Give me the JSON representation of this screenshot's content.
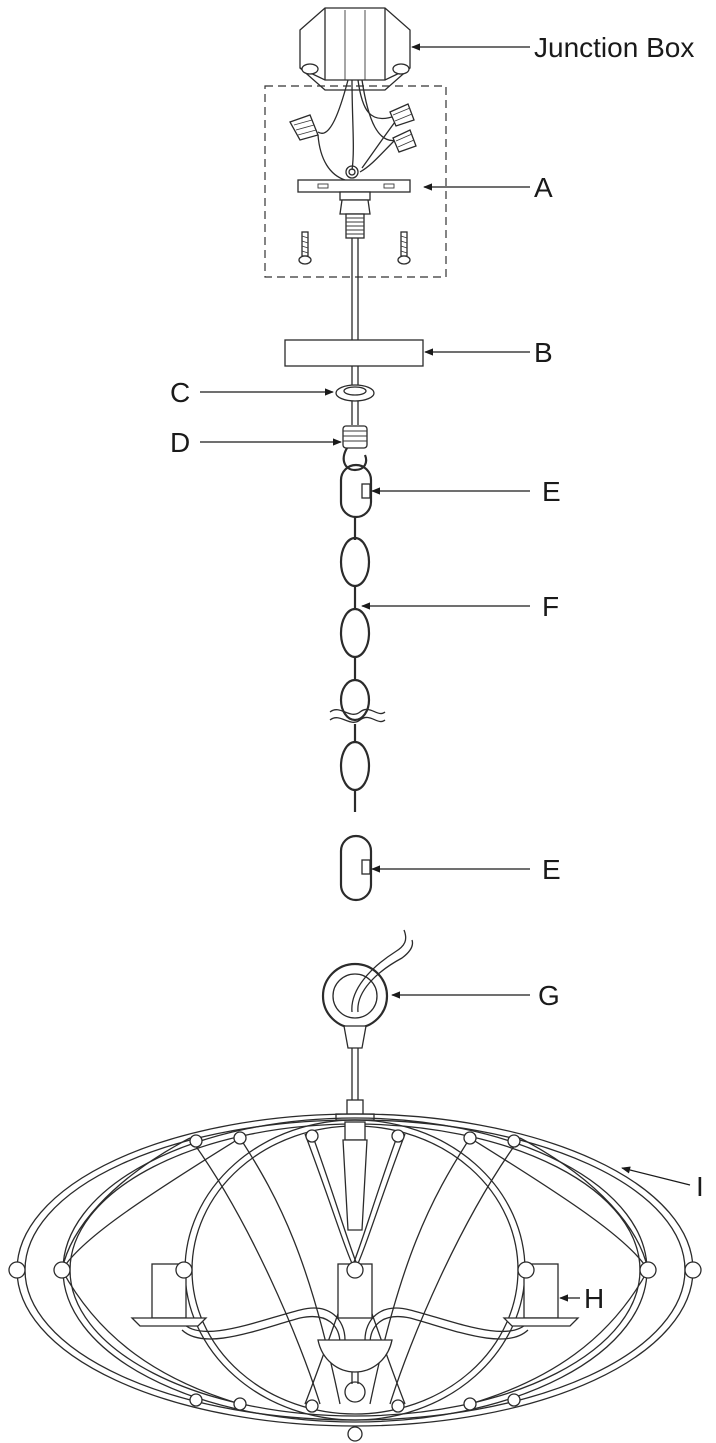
{
  "diagram": {
    "labels": {
      "junction_box": "Junction Box",
      "a": "A",
      "b": "B",
      "c": "C",
      "d": "D",
      "e_top": "E",
      "f": "F",
      "e_bottom": "E",
      "g": "G",
      "i": "I",
      "h": "H"
    },
    "colors": {
      "line": "#2b2b2b",
      "background": "#ffffff"
    }
  }
}
